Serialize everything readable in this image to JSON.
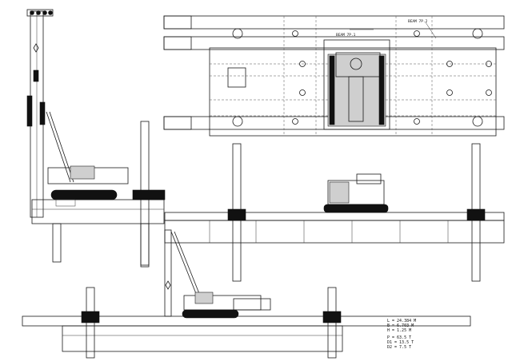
{
  "drawing": {
    "colors": {
      "line": "#1a1a1a",
      "fill": "#111111",
      "paper": "#ffffff",
      "grey": "#cfcfcf"
    },
    "plan_view": {
      "hatch_labels": [
        "BEAM 7P.1",
        "BEAM 7P.2"
      ]
    },
    "specs": [
      {
        "text": "L = 24.384 M"
      },
      {
        "text": "B = 6.703 M"
      },
      {
        "text": "H = 1.25 M"
      },
      {
        "text": "P = 63.5 T"
      },
      {
        "text": "D1 = 13.5 T"
      },
      {
        "text": "D2 = 7.5 T"
      }
    ]
  }
}
